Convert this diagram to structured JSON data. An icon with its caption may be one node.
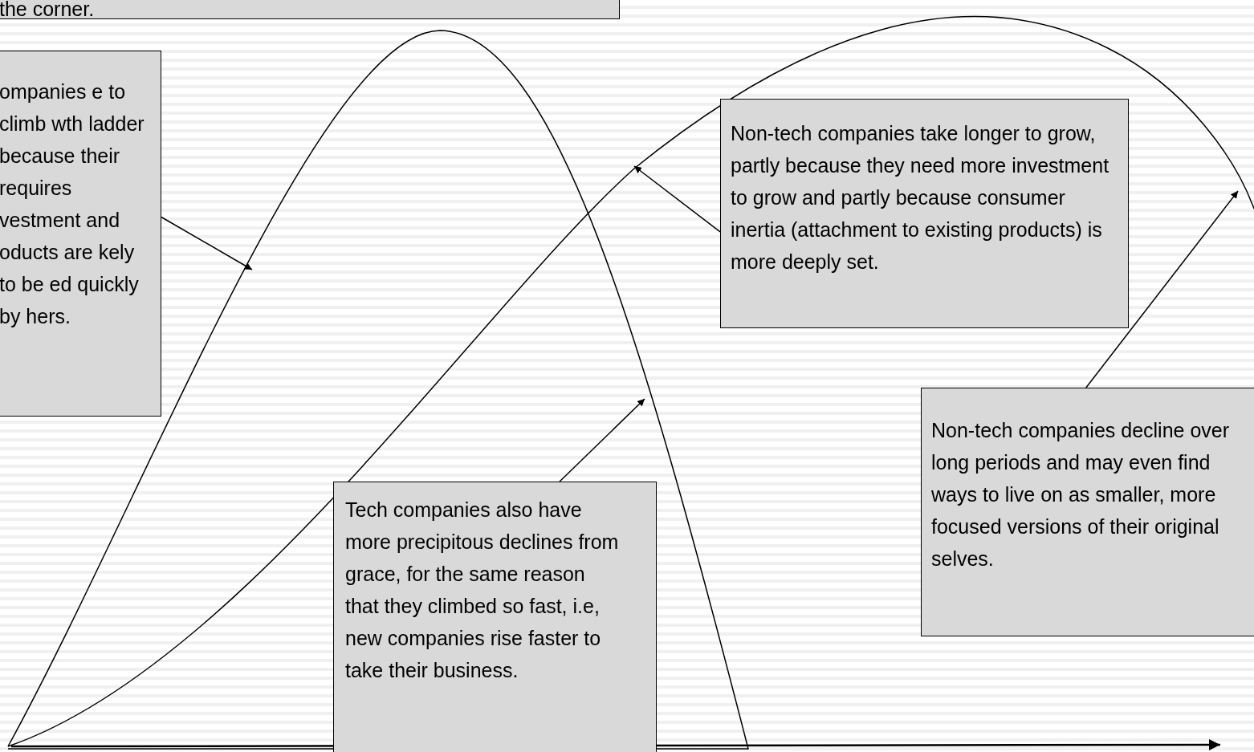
{
  "diagram": {
    "nodes": [
      {
        "text": [
          "the corner."
        ]
      },
      {
        "text": [
          "ompanies e to climb wth ladder because their requires vestment and oducts are kely to be ed quickly by hers."
        ]
      },
      {
        "text": [
          "Non-tech companies take longer to grow, partly because they need more investment to grow and partly because consumer inertia (attachment to existing products) is more deeply set."
        ]
      },
      {
        "text": [
          "Tech companies also have more precipitous declines from grace,  for the same reason that they climbed so fast, i.e, new companies rise faster to take their business."
        ]
      },
      {
        "text": [
          "Non-tech companies decline over long periods and may even find ways to live on as smaller, more focused versions of their original selves."
        ]
      }
    ],
    "edges": [
      {
        "from": 1,
        "to": null,
        "arrow": "to"
      },
      {
        "from": 2,
        "to": null,
        "arrow": "to"
      },
      {
        "from": 3,
        "to": null,
        "arrow": "to"
      },
      {
        "from": 4,
        "to": null,
        "arrow": "to"
      }
    ]
  }
}
